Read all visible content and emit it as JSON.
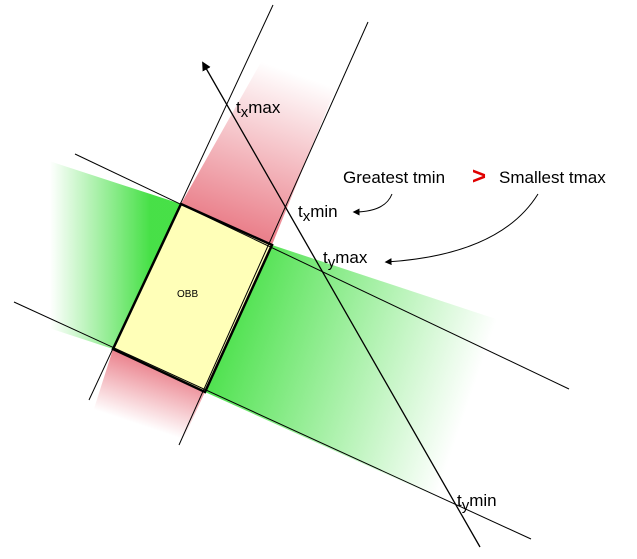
{
  "box_label": "OBB",
  "labels": {
    "tx_max": {
      "base": "t",
      "sub": "x",
      "rest": "max"
    },
    "tx_min": {
      "base": "t",
      "sub": "x",
      "rest": "min"
    },
    "ty_max": {
      "base": "t",
      "sub": "y",
      "rest": "max"
    },
    "ty_min": {
      "base": "t",
      "sub": "y",
      "rest": "min"
    }
  },
  "comparison": {
    "left": "Greatest tmin",
    "operator": ">",
    "right": "Smallest tmax"
  },
  "colors": {
    "x_slab": "#e8737f",
    "y_slab": "#33dd33",
    "box_fill": "#ffffb8",
    "operator": "#e00000"
  }
}
